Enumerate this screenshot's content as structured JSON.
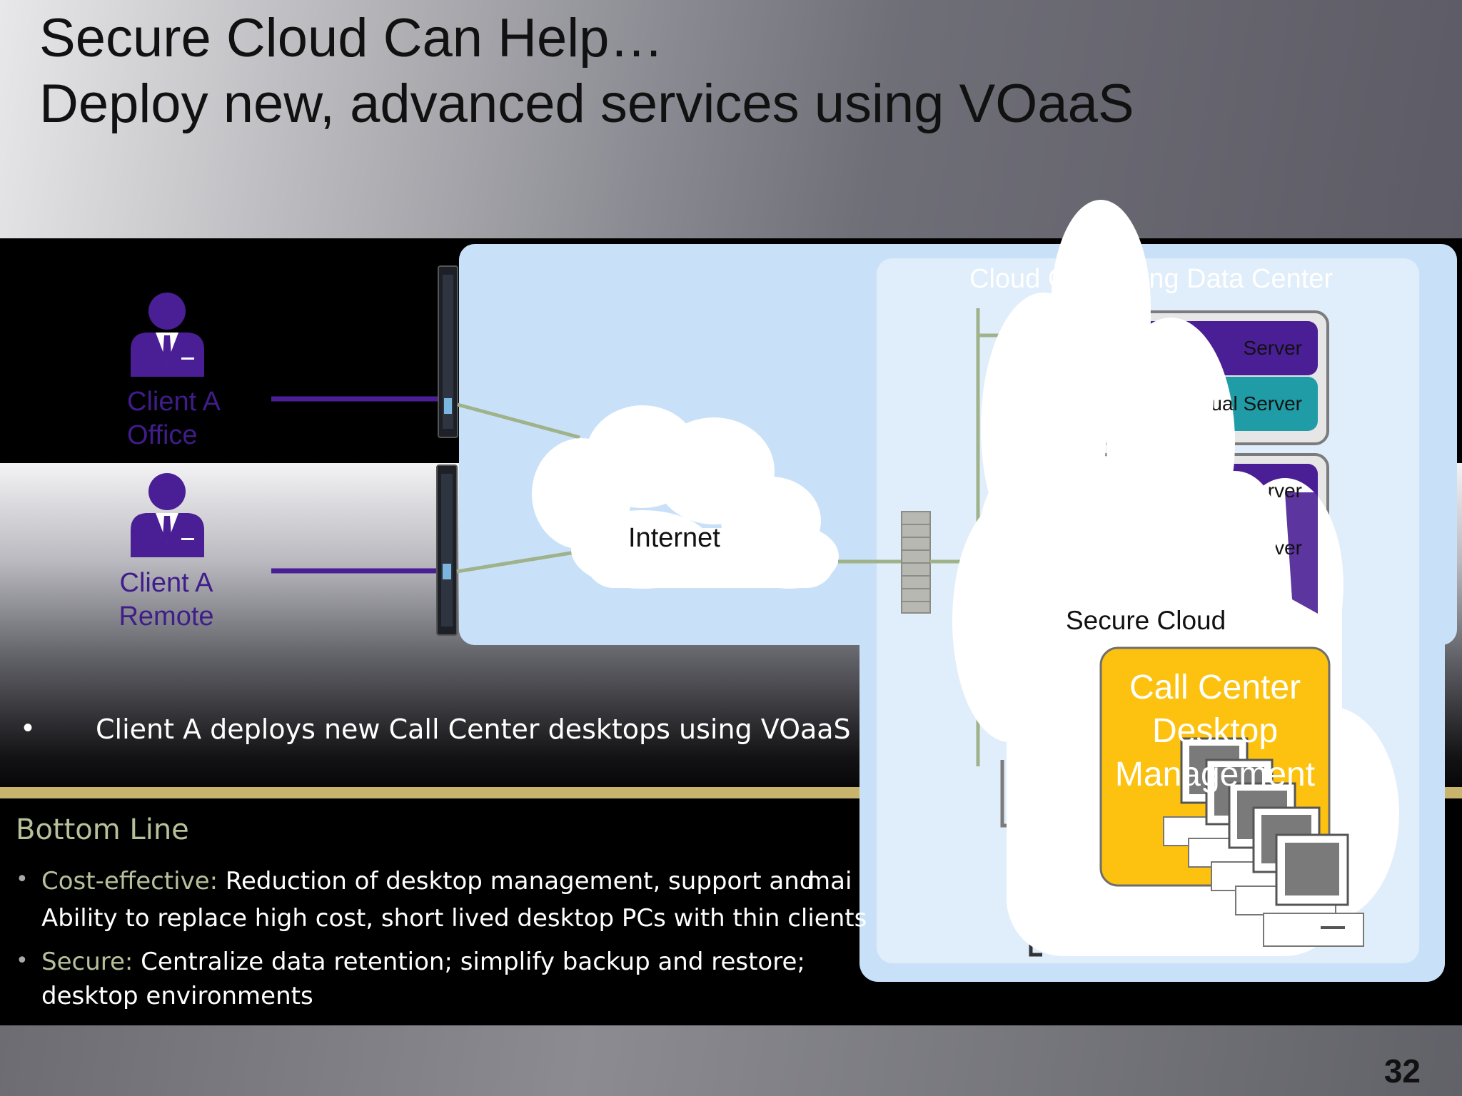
{
  "slide": {
    "title_line1": "Secure Cloud Can Help…",
    "title_line2": "Deploy new, advanced services using VOaaS",
    "page_number": "32"
  },
  "diagram": {
    "clients": [
      {
        "line1": "Client A",
        "line2": "Office"
      },
      {
        "line1": "Client A",
        "line2": "Remote"
      }
    ],
    "internet_label": "Internet",
    "datacenter_label": "Cloud Computing Data Center",
    "secure_cloud_label": "Secure Cloud",
    "call_center_label": "Call Center Desktop Management",
    "server_labels": [
      "Server",
      "Virtual Server",
      "Server",
      "Server"
    ]
  },
  "content": {
    "main_bullet": "Client A deploys new Call Center desktops using VOaaS",
    "bottom_line_heading": "Bottom Line",
    "bullets": [
      {
        "label": "Cost-effective:",
        "text": "Reduction of desktop management, support and",
        "cont": "mai",
        "line2": "Ability to replace high cost, short lived desktop PCs with thin clients"
      },
      {
        "label": "Secure:",
        "text": "Centralize data retention; simplify backup and restore;",
        "line2": "desktop environments"
      }
    ]
  },
  "colors": {
    "purple": "#4a1f95",
    "teal": "#1f9ca6",
    "gold": "#fdc20f",
    "panel_blue": "#c9e1f8",
    "accent_green": "#b6c19a"
  }
}
